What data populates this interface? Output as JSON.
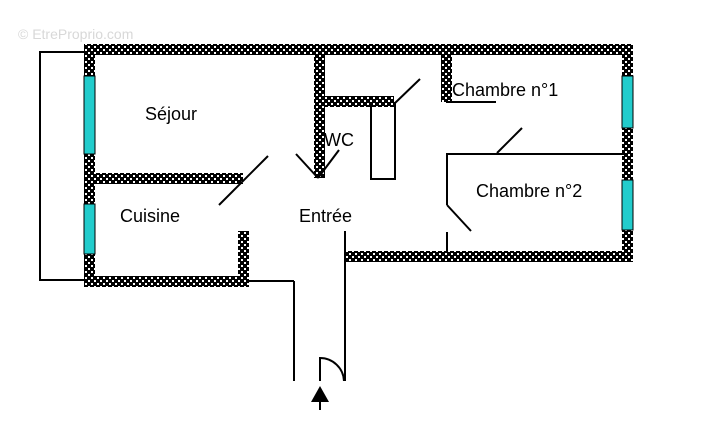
{
  "watermark": "© EtreProprio.com",
  "rooms": {
    "sejour": "Séjour",
    "wc": "WC",
    "chambre1": "Chambre n°1",
    "chambre2": "Chambre n°2",
    "cuisine": "Cuisine",
    "entree": "Entrée"
  },
  "colors": {
    "wall_dark": "#000000",
    "wall_light": "#ffffff",
    "window": "#22cccc",
    "line": "#000000",
    "background": "#ffffff"
  },
  "icons": {
    "entrance_arrow": "arrow-up-icon"
  }
}
